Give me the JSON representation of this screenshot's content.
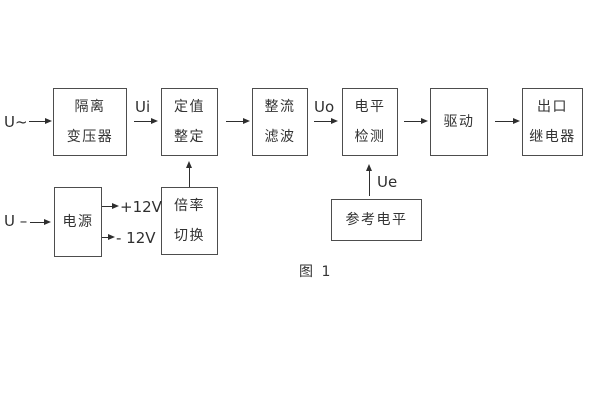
{
  "figure": {
    "type": "block-diagram",
    "caption": "图 1"
  },
  "inputs": {
    "ac_input": "U~",
    "dc_input": "U –"
  },
  "signals": {
    "ui": "Ui",
    "uo": "Uo",
    "ue": "Ue"
  },
  "power_rails": {
    "positive": "+12V",
    "negative": "- 12V"
  },
  "blocks": {
    "isolation_transformer": {
      "line1": "隔离",
      "line2": "变压器"
    },
    "setpoint_adjust": {
      "line1": "定值",
      "line2": "整定"
    },
    "rectifier_filter": {
      "line1": "整流",
      "line2": "滤波"
    },
    "level_detector": {
      "line1": "电平",
      "line2": "检测"
    },
    "driver": {
      "line1": "驱动"
    },
    "output_relay": {
      "line1": "出口",
      "line2": "继电器"
    },
    "power_supply": {
      "line1": "电源"
    },
    "ratio_switch": {
      "line1": "倍率",
      "line2": "切换"
    },
    "reference_level": {
      "line1": "参考电平"
    }
  },
  "colors": {
    "background": "#ffffff",
    "box_border": "#4d4d4d",
    "text": "#333333",
    "arrow": "#2e2e2e"
  }
}
